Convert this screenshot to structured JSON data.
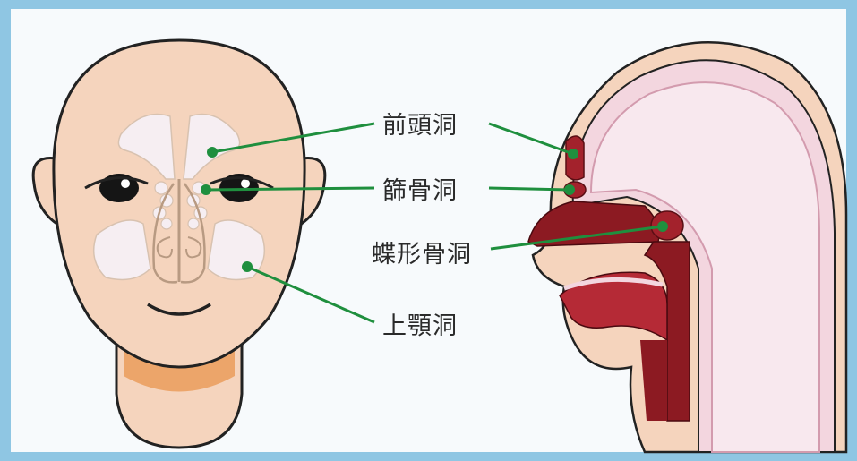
{
  "labels": {
    "frontal_sinus": "前頭洞",
    "ethmoid_sinus": "篩骨洞",
    "sphenoid_sinus": "蝶形骨洞",
    "maxillary_sinus": "上顎洞"
  },
  "colors": {
    "frame": "#8fc6e3",
    "background": "#f7fafc",
    "skin": "#f5d4bd",
    "sinus": "#f6eef2",
    "leader_line": "#1f8f3e",
    "neck_band": "#eba060",
    "tissue_dark": "#8c1a22",
    "skull_pink": "#f3d6df"
  }
}
